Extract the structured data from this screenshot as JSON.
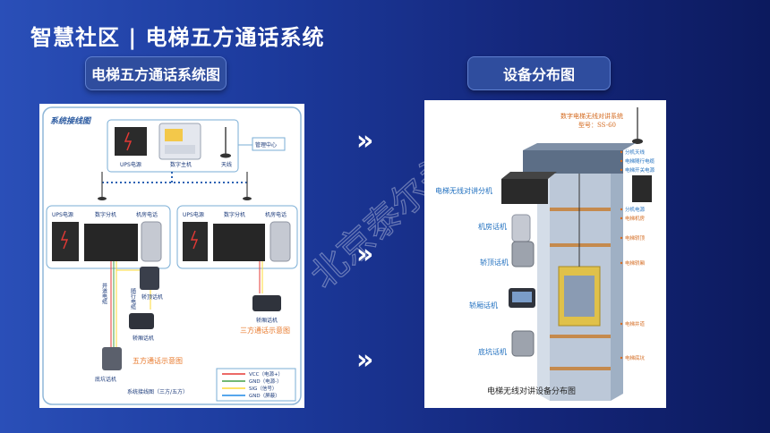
{
  "page": {
    "title": "智慧社区 | 电梯五方通话系统",
    "left_label": "电梯五方通话系统图",
    "right_label": "设备分布图",
    "arrow_glyph": "»",
    "watermark": "北京泰尔永印"
  },
  "wiring_diagram": {
    "header": "系统接线图",
    "top_ups": "UPS电源",
    "top_host": "数字主机",
    "antenna": "天线",
    "management": "管理中心",
    "left_unit": {
      "ups": "UPS电源",
      "splitter": "数字分机",
      "phone": "机房电话"
    },
    "right_unit": {
      "ups": "UPS电源",
      "splitter": "数字分机",
      "phone": "机房电话"
    },
    "well_cable": "井道电缆",
    "traveling_cable": "随行电缆",
    "car_top_phone": "轿顶话机",
    "car_phone": "轿厢话机",
    "pit_phone": "底坑话机",
    "five_way": "五方通话示意图",
    "three_way": "三方通话示意图",
    "footer": "系统接线图（三方/五方）",
    "legend": [
      "VCC（电源+）",
      "GND（电源-）",
      "SIG（信号）",
      "GND（屏蔽）"
    ],
    "legend_colors": [
      "#e53935",
      "#43a047",
      "#fdd835",
      "#1e88e5"
    ]
  },
  "distribution_diagram": {
    "system_title": "数字电梯无线对讲系统",
    "model": "型号：SS-60",
    "intercom_splitter": "电梯无线对讲分机",
    "machine_room_phone": "机房话机",
    "car_top_phone": "轿顶话机",
    "car_phone": "轿厢话机",
    "pit_phone": "底坑话机",
    "right_labels": [
      "分机天线",
      "电梯随行电缆",
      "电梯开关电源",
      "分机电源",
      "电梯机房",
      "电梯轿顶",
      "电梯轿厢",
      "电梯井道",
      "电梯底坑"
    ],
    "caption": "电梯无线对讲设备分布图"
  }
}
